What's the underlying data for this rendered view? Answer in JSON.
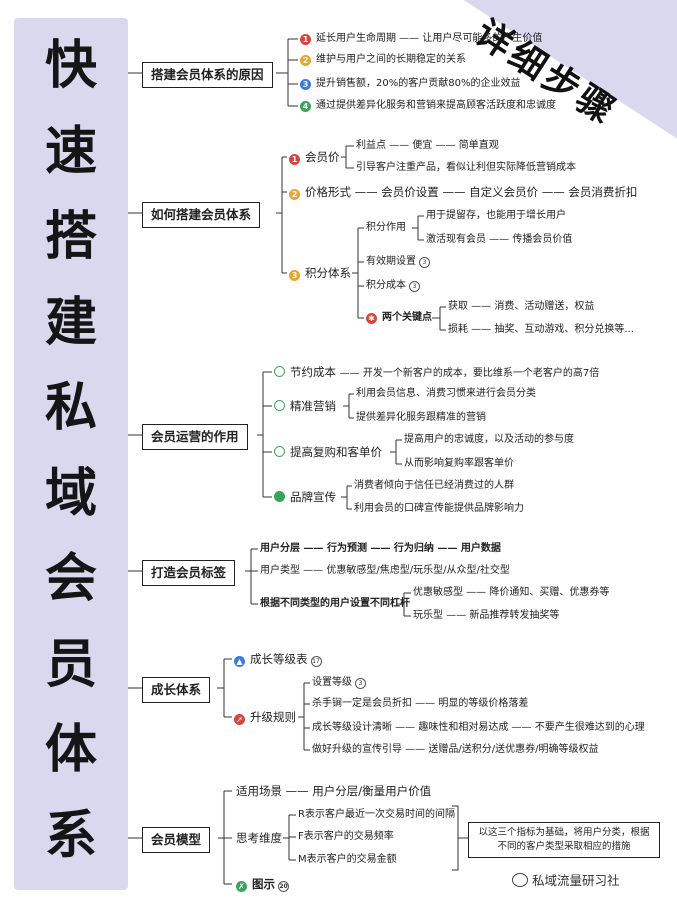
{
  "side_title": [
    "快",
    "速",
    "搭",
    "建",
    "私",
    "域",
    "会",
    "员",
    "体",
    "系"
  ],
  "banner": "详细步骤",
  "sections": {
    "reason": {
      "title": "搭建会员体系的原因",
      "items": [
        "延长用户生命周期 —— 让用户尽可能多的产生价值",
        "维护与用户之间的长期稳定的关系",
        "提升销售额，20%的客户贡献80%的企业效益",
        "通过提供差异化服务和营销来提高顾客活跃度和忠诚度"
      ]
    },
    "howto": {
      "title": "如何搭建会员体系",
      "value": {
        "label": "会员价",
        "c1": "利益点 —— 便宜 —— 简单直观",
        "c2": "引导客户注重产品，看似让利但实际降低营销成本"
      },
      "price": {
        "label": "价格形式",
        "text": "—— 会员价设置 —— 自定义会员价 —— 会员消费折扣"
      },
      "points": {
        "label": "积分体系",
        "effect": "积分作用",
        "e1": "用于提留存，也能用于增长用户",
        "e2": "激活现有会员 —— 传播会员价值",
        "validity": "有效期设置",
        "validity_n": "3",
        "cost": "积分成本",
        "cost_n": "3",
        "key": "两个关键点",
        "k1": "获取 —— 消费、活动赠送，权益",
        "k2": "损耗 —— 抽奖、互动游戏、积分兑换等..."
      }
    },
    "ops": {
      "title": "会员运营的作用",
      "save": {
        "label": "节约成本",
        "text": "—— 开发一个新客户的成本，要比维系一个老客户的高7倍"
      },
      "precise": {
        "label": "精准营销",
        "c1": "利用会员信息、消费习惯来进行会员分类",
        "c2": "提供差异化服务跟精准的营销"
      },
      "raise": {
        "label": "提高复购和客单价",
        "c1": "提高用户的忠诚度，以及活动的参与度",
        "c2": "从而影响复购率跟客单价"
      },
      "brand": {
        "label": "品牌宣传",
        "c1": "消费者倾向于信任已经消费过的人群",
        "c2": "利用会员的口碑宣传能提供品牌影响力"
      }
    },
    "tags": {
      "title": "打造会员标签",
      "r1": "用户分层 —— 行为预测 —— 行为归纳 —— 用户数据",
      "r2": "用户类型 —— 优惠敏感型/焦虑型/玩乐型/从众型/社交型",
      "r3": "根据不同类型的用户设置不同杠杆",
      "r3a": "优惠敏感型 —— 降价通知、买赠、优惠券等",
      "r3b": "玩乐型 —— 新品推荐转发抽奖等"
    },
    "growth": {
      "title": "成长体系",
      "level": "成长等级表",
      "level_n": "17",
      "upgrade": "升级规则",
      "u1": "设置等级",
      "u1_n": "3",
      "u2": "杀手锏一定是会员折扣 —— 明显的等级价格落差",
      "u3": "成长等级设计清晰 —— 趣味性和相对易达成 —— 不要产生很难达到的心理",
      "u4": "做好升级的宣传引导 —— 送赠品/送积分/送优惠券/明确等级权益"
    },
    "model": {
      "title": "会员模型",
      "scene": "适用场景 —— 用户分层/衡量用户价值",
      "think": "思考维度",
      "t1": "R表示客户最近一次交易时间的间隔",
      "t2": "F表示客户的交易频率",
      "t3": "M表示客户的交易金额",
      "callout": "以这三个指标为基础，将用户分类，根据不同的客户类型采取相应的措施",
      "chart": "图示",
      "chart_n": "20"
    }
  },
  "watermark": "私域流量研习社"
}
